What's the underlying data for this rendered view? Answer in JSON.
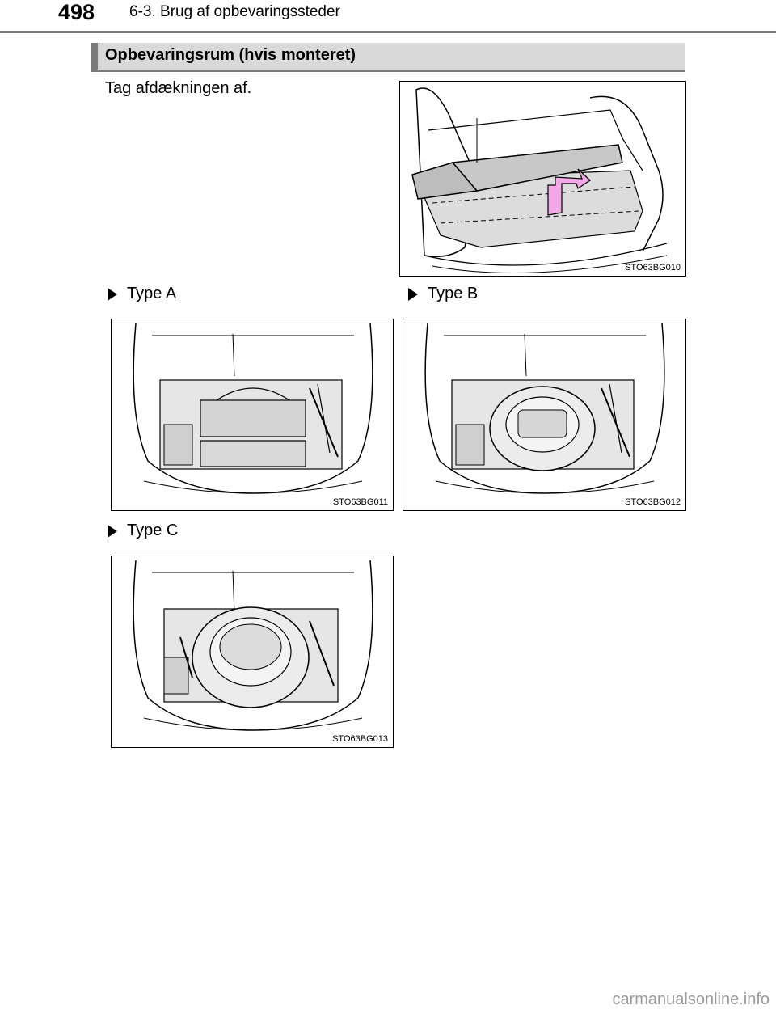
{
  "header": {
    "page_number": "498",
    "running_head": "6-3. Brug af opbevaringssteder"
  },
  "section": {
    "title": "Opbevaringsrum (hvis monteret)"
  },
  "instruction": "Tag afdækningen af.",
  "figures": {
    "main": {
      "code": "STO63BG010"
    },
    "type_a": {
      "label": "Type A",
      "code": "STO63BG011"
    },
    "type_b": {
      "label": "Type B",
      "code": "STO63BG012"
    },
    "type_c": {
      "label": "Type C",
      "code": "STO63BG013"
    }
  },
  "colors": {
    "arrow": "#f2a7e6",
    "rule": "#7a7a7a",
    "bar": "#d9d9d9"
  },
  "watermark": "carmanualsonline.info"
}
